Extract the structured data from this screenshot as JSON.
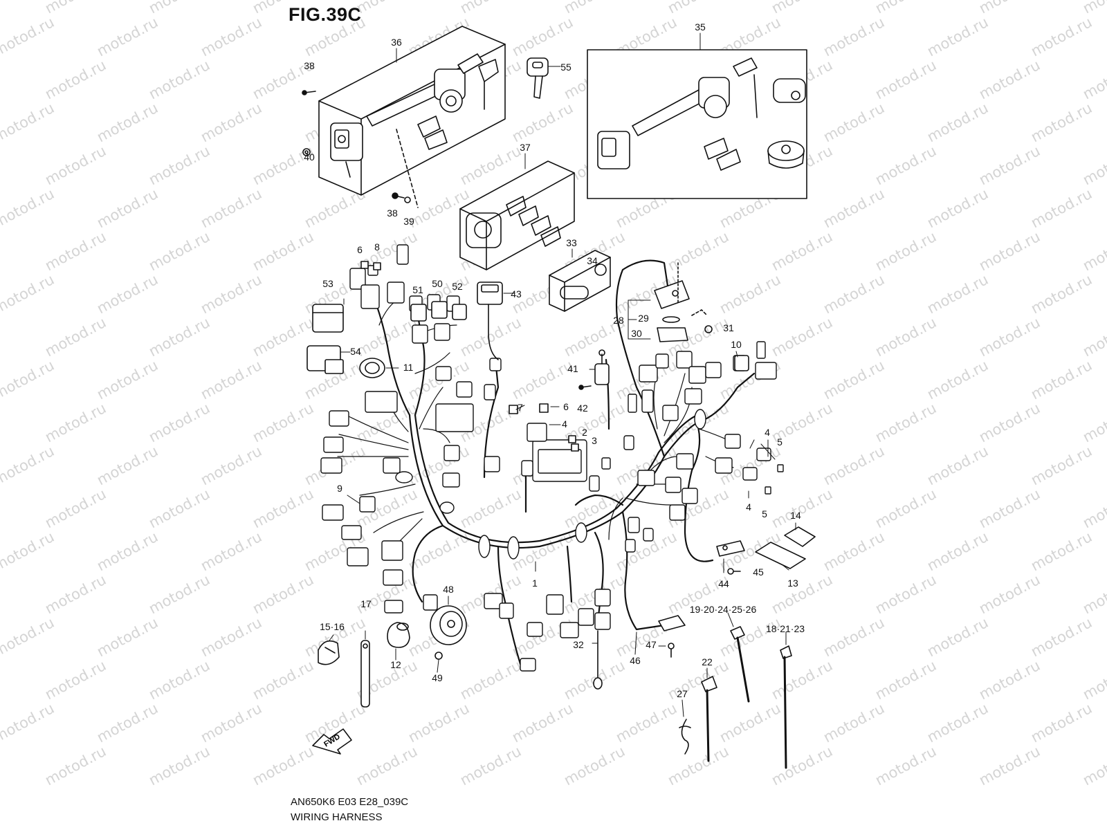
{
  "header": {
    "figure_label": "FIG.39C"
  },
  "footer": {
    "model_code": "AN650K6 E03 E28_039C",
    "caption": "WIRING HARNESS"
  },
  "watermark": {
    "text": "motod.ru"
  },
  "direction_marker": {
    "text": "FWD"
  },
  "callouts": [
    "36",
    "38",
    "40",
    "38",
    "39",
    "55",
    "35",
    "37",
    "33",
    "34",
    "6",
    "8",
    "53",
    "51",
    "50",
    "52",
    "43",
    "28",
    "29",
    "30",
    "31",
    "54",
    "11",
    "10",
    "41",
    "42",
    "7",
    "6",
    "4",
    "2",
    "3",
    "4",
    "5",
    "9",
    "4",
    "5",
    "14",
    "13",
    "44",
    "45",
    "1",
    "48",
    "19·20·24·25·26",
    "18·21·23",
    "15·16",
    "17",
    "12",
    "49",
    "32",
    "46",
    "47",
    "22",
    "27"
  ],
  "colors": {
    "line": "#111111",
    "watermark": "#d4d4d4",
    "background": "#ffffff"
  }
}
